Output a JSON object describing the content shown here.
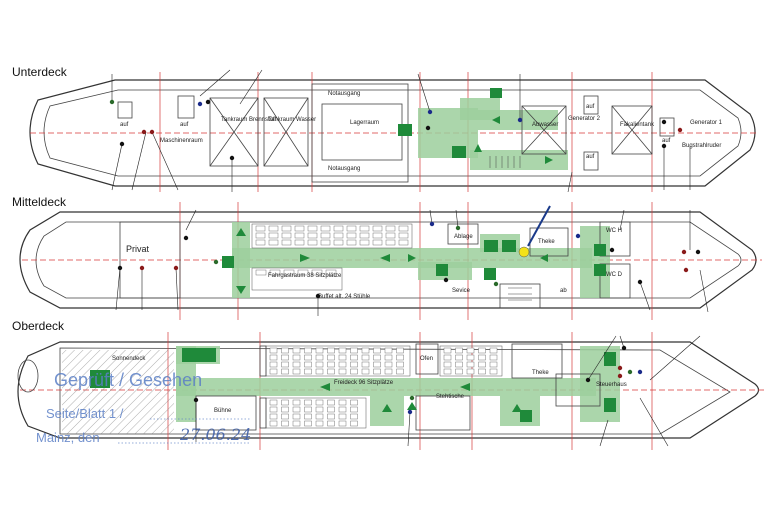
{
  "decks": {
    "lower": {
      "title": "Unterdeck",
      "labels": {
        "engine_room": "Maschinenraum",
        "fuel_tank": "Tankraum Brennstoff",
        "water_tank": "Tankraum Wasser",
        "storage": "Lagerraum",
        "emergency_exit": "Notausgang",
        "wastewater": "Abwasser",
        "generator2": "Generator 2",
        "sewage_tank": "Fäkalientank",
        "bow_thruster": "Bugstrahlruder",
        "generator1": "Generator 1",
        "up": "auf"
      }
    },
    "middle": {
      "title": "Mitteldeck",
      "labels": {
        "private": "Privat",
        "passenger_room": "Fahrgastraum 38 Sitzplätze",
        "buffet": "Buffet alt. 24 Stühle",
        "storage_shelf": "Ablage",
        "bar": "Theke",
        "service": "Sevice",
        "wc_h": "WC H",
        "wc_d": "WC D",
        "up": "ab"
      }
    },
    "upper": {
      "title": "Oberdeck",
      "labels": {
        "sundeck": "Sonnendeck",
        "stage": "Bühne",
        "open_deck": "Freideck 96 Sitzplätze",
        "oven": "Ofen",
        "standing_tables": "Stehtische",
        "bar": "Theke",
        "wheelhouse": "Steuerhaus"
      }
    }
  },
  "stamp": {
    "line1": "Geprüft / Gesehen",
    "line2_label": "Seite/Blatt 1 /",
    "line3_label": "Mainz, den",
    "date": "27.06.24"
  },
  "colors": {
    "escape_route": "#9ccf9c",
    "exit_sign": "#1f8a3a",
    "centerline": "#d63838",
    "stamp": "#5b7fc6",
    "alarm_point": "#f3e21a"
  }
}
